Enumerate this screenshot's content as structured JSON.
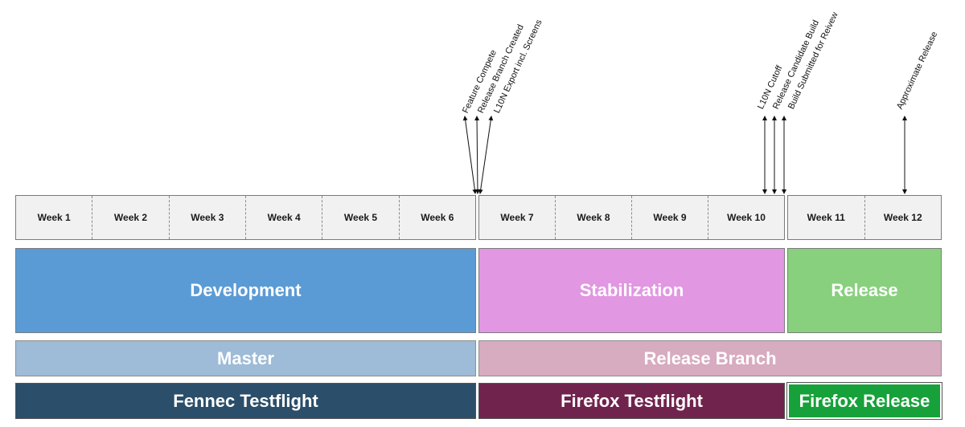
{
  "weeks": {
    "dev": [
      "Week 1",
      "Week 2",
      "Week 3",
      "Week 4",
      "Week 5",
      "Week 6"
    ],
    "stab": [
      "Week 7",
      "Week 8",
      "Week 9",
      "Week 10"
    ],
    "rel": [
      "Week 11",
      "Week 12"
    ]
  },
  "phases": {
    "development": "Development",
    "stabilization": "Stabilization",
    "release": "Release"
  },
  "branches": {
    "master": "Master",
    "release_branch": "Release Branch"
  },
  "distribution": {
    "fennec_testflight": "Fennec Testflight",
    "firefox_testflight": "Firefox Testflight",
    "firefox_release": "Firefox Release"
  },
  "milestones": {
    "feature_complete": "Feature Compete",
    "release_branch_created": "Release Branch Created",
    "l10n_export": "L10N Export incl. Screens",
    "l10n_cutoff": "L10N Cutoff",
    "release_candidate_build": "Release Candidate Build",
    "build_submitted": "Build Submitted for Reivew",
    "approximate_release": "Approximate Release"
  },
  "colors": {
    "development": "#5b9bd5",
    "stabilization": "#e197e1",
    "release": "#88d07e",
    "master": "#9ebbd7",
    "release_branch": "#d7abc0",
    "fennec_testflight": "#2b4e6a",
    "firefox_testflight": "#70244d",
    "firefox_release": "#17a13a"
  }
}
